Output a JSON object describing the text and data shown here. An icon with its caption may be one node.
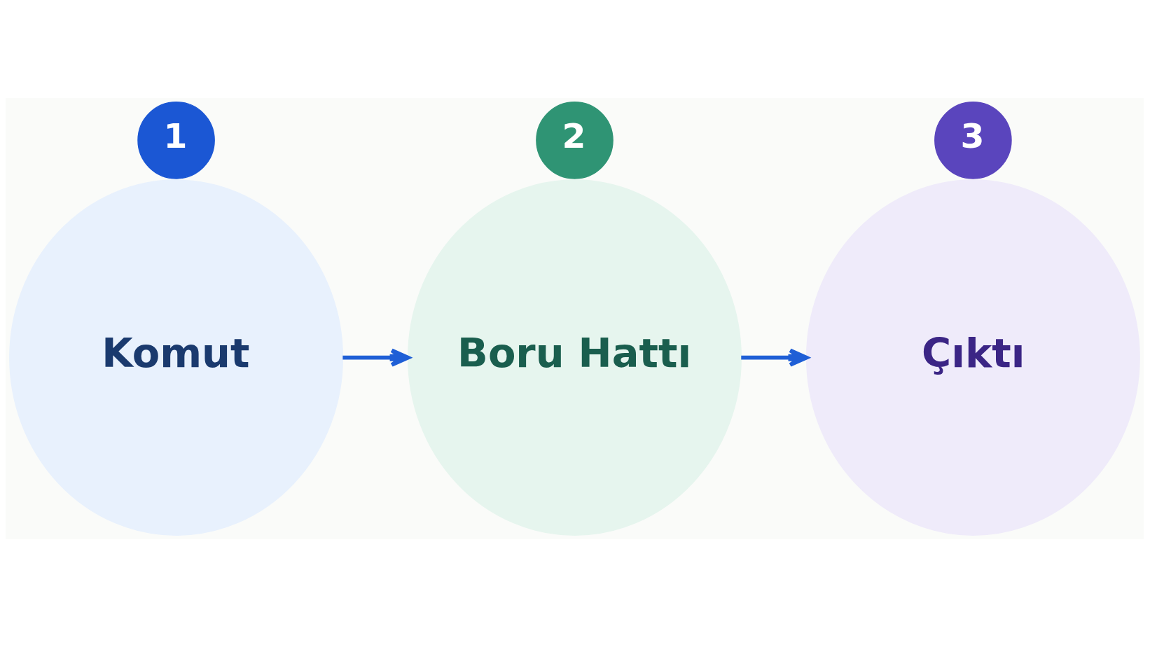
{
  "diagram": {
    "nodes": [
      {
        "text": [
          "1"
        ]
      },
      {
        "text": [
          "Komut"
        ]
      },
      {
        "text": [
          "2"
        ]
      },
      {
        "text": [
          "Boru Hattı"
        ]
      },
      {
        "text": [
          "3"
        ]
      },
      {
        "text": [
          "Çıktı"
        ]
      }
    ],
    "edges": [
      {
        "from": 1,
        "to": 3,
        "arrow": "to"
      },
      {
        "from": 3,
        "to": 5,
        "arrow": "to"
      }
    ]
  }
}
